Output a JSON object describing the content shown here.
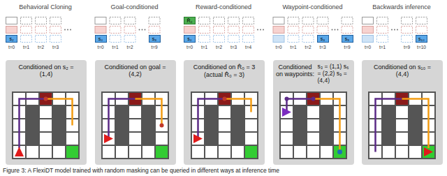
{
  "diagram": {
    "caption": "Figure 3: A FlexiDT model trained with random masking can be queried in different ways at inference time",
    "nodes": [
      {
        "text": [
          "s₂"
        ]
      },
      {
        "text": [
          "s₀"
        ]
      },
      {
        "text": [
          "s₉"
        ]
      },
      {
        "text": [
          "R̂₀"
        ]
      },
      {
        "text": [
          "s₀"
        ]
      },
      {
        "text": [
          "s₃"
        ]
      },
      {
        "text": [
          "s₉"
        ]
      },
      {
        "text": [
          "s₁₀"
        ]
      },
      {
        "text": [
          "Conditioned on s₂ = (1,4)"
        ]
      },
      {
        "text": [
          "Conditioned on goal = (4,2)"
        ]
      },
      {
        "text": [
          "Conditioned on R̂₀ = 3",
          "(actual R̂₀ = 3)"
        ]
      },
      {
        "text": [
          "Conditioned on waypoints:",
          "s₃ = (1,1) s₆ = (2,2) s₉ = (4,4)"
        ]
      },
      {
        "text": [
          "Conditioned on s₁₀ = (4,4)"
        ]
      }
    ],
    "labels": [
      "Behavioral Cloning",
      "Goal-conditioned",
      "Reward-conditioned",
      "Waypoint-conditioned",
      "Backwards inference",
      "t=0",
      "t=1",
      "t=2",
      "t=3",
      "t=0",
      "t=1",
      "t=2",
      "t=9",
      "t=0",
      "t=1",
      "t=2",
      "t=3",
      "t=4",
      "t=0",
      "t=1",
      "t=2",
      "t=3",
      "t=9",
      "t=0",
      "t=1",
      "t=9",
      "t=10"
    ]
  }
}
